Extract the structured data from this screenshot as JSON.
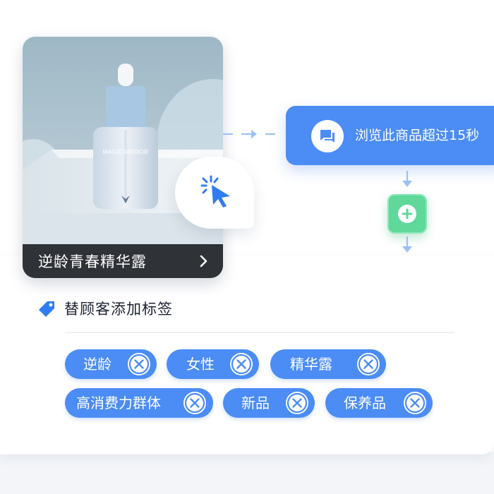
{
  "product": {
    "name": "逆龄青春精华露",
    "bottle_brand": "MAGIC MIRROR"
  },
  "flow": {
    "action_label": "浏览此商品超过15秒"
  },
  "tags_panel": {
    "title": "替顾客添加标签",
    "tags": [
      "逆龄",
      "女性",
      "精华露",
      "高消费力群体",
      "新品",
      "保养品"
    ]
  },
  "colors": {
    "accent": "#4b8cf5",
    "add_green": "#5fd89a",
    "caption_bg": "#2f3236"
  },
  "icons": {
    "action": "chat-bubble-icon",
    "click": "cursor-click-icon",
    "tag_header": "tag-icon",
    "add": "plus-circle-icon",
    "tag_remove": "close-circle-icon"
  }
}
